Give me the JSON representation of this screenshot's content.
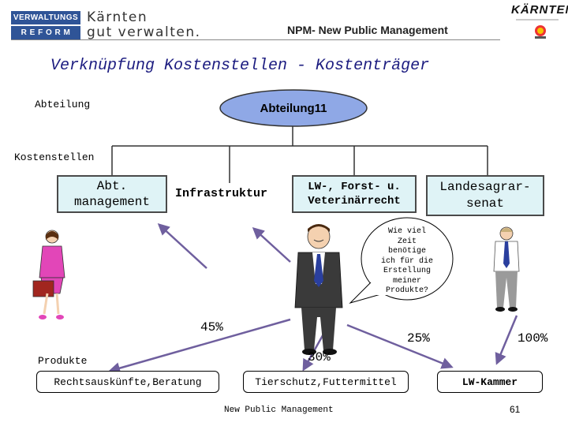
{
  "header": {
    "logo_line1": "VERWALTUNGS",
    "logo_line2": "R E F O R M",
    "logo_text1": "Kärnten",
    "logo_text2": "gut verwalten.",
    "subtitle": "NPM- New Public Management",
    "right_logo": "KÄRNTEN"
  },
  "title": "Verknüpfung Kostenstellen - Kostenträger",
  "labels": {
    "abteilung": "Abteilung",
    "kostenstellen": "Kostenstellen",
    "produkte": "Produkte"
  },
  "department": "Abteilung11",
  "cost_centers": [
    {
      "line1": "Abt.",
      "line2": "management"
    },
    {
      "line1": "Infrastruktur",
      "line2": ""
    },
    {
      "line1": "LW-, Forst- u.",
      "line2": "Veterinärrecht"
    },
    {
      "line1": "Landesagrar-",
      "line2": "senat"
    }
  ],
  "bubble": [
    "Wie viel",
    "Zeit",
    "benötige",
    "ich für die",
    "Erstellung",
    "meiner",
    "Produkte?"
  ],
  "percentages": [
    "45%",
    "30%",
    "25%",
    "100%"
  ],
  "products": [
    "Rechtsauskünfte,Beratung",
    "Tierschutz,Futtermittel",
    "LW-Kammer"
  ],
  "footer": {
    "text": "New Public Management",
    "page": "61"
  },
  "colors": {
    "ellipse": "#8fa8e6",
    "box_fill": "#dff3f6",
    "arrow": "#6f5f9e",
    "logo_blue": "#2f5497",
    "title": "#1c1c80"
  }
}
